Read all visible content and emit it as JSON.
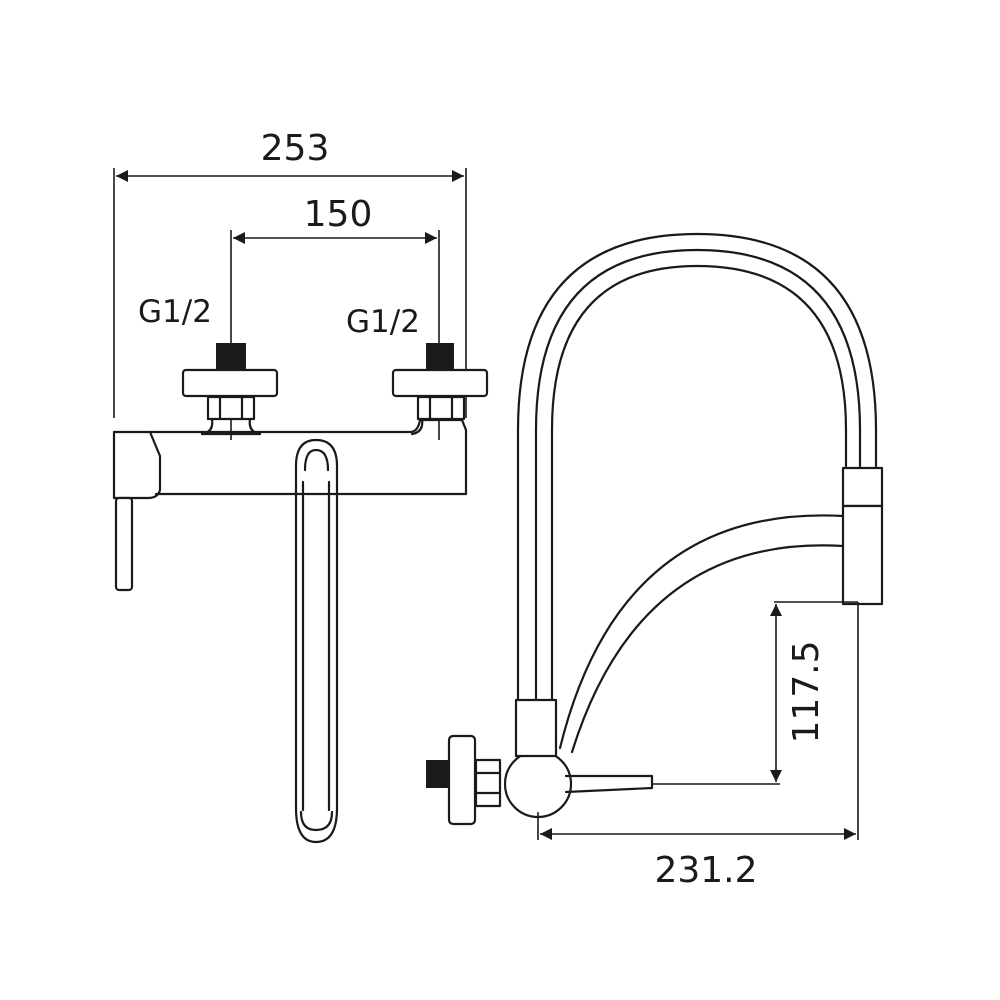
{
  "dimensions": {
    "overall_width": "253",
    "inlet_spacing": "150",
    "left_thread": "G1/2",
    "right_thread": "G1/2",
    "spout_height": "117.5",
    "spout_reach": "231.2"
  },
  "colors": {
    "line": "#1a1a1a",
    "background": "#ffffff"
  }
}
